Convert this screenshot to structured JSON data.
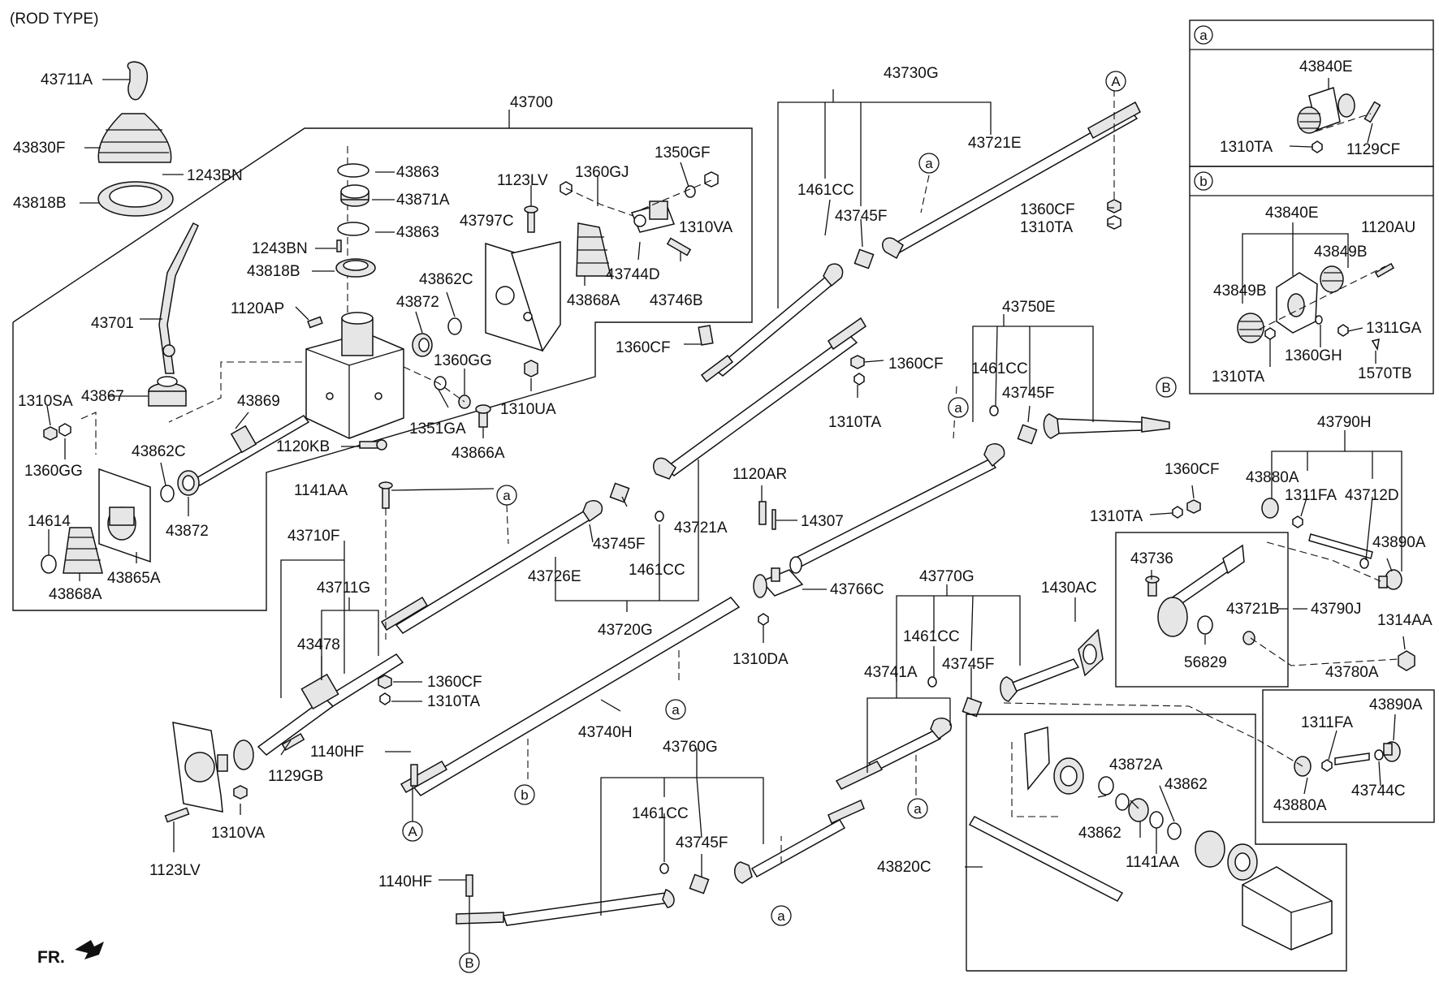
{
  "diagram": {
    "title": "(ROD TYPE)",
    "front_marker": "FR.",
    "inset_a": {
      "tag": "a",
      "labels": [
        "43840E",
        "1310TA",
        "1129CF"
      ]
    },
    "inset_b": {
      "tag": "b",
      "labels": [
        "43840E",
        "1120AU",
        "43849B",
        "43849B",
        "1311GA",
        "1360GH",
        "1310TA",
        "1570TB"
      ]
    },
    "callouts": [
      "A",
      "B",
      "a",
      "b"
    ],
    "labels": {
      "l43711A": "43711A",
      "l43830F": "43830F",
      "l1243BN_1": "1243BN",
      "l43818B_1": "43818B",
      "l43700": "43700",
      "l43863_1": "43863",
      "l43871A": "43871A",
      "l43863_2": "43863",
      "l1243BN_2": "1243BN",
      "l43818B_2": "43818B",
      "l43701": "43701",
      "l1120AP": "1120AP",
      "l43872_1": "43872",
      "l43862C_1": "43862C",
      "l43797C": "43797C",
      "l1123LV_1": "1123LV",
      "l1360GJ": "1360GJ",
      "l1350GF": "1350GF",
      "l1310VA_1": "1310VA",
      "l43744D": "43744D",
      "l43868A_1": "43868A",
      "l43746B": "43746B",
      "l1360GG_1": "1360GG",
      "l1310UA": "1310UA",
      "l1351GA": "1351GA",
      "l43866A": "43866A",
      "l1120KB": "1120KB",
      "l43869": "43869",
      "l1310SA": "1310SA",
      "l43867": "43867",
      "l1360GG_2": "1360GG",
      "l43862C_2": "43862C",
      "l43872_2": "43872",
      "l14614": "14614",
      "l43868A_2": "43868A",
      "l43865A": "43865A",
      "l43730G": "43730G",
      "l43721E": "43721E",
      "l1461CC_1": "1461CC",
      "l43745F_1": "43745F",
      "l1360CF_1": "1360CF",
      "l1310TA_1": "1310TA",
      "l1360CF_2": "1360CF",
      "l1360CF_3": "1360CF",
      "l1310TA_2": "1310TA",
      "l43750E": "43750E",
      "l1461CC_2": "1461CC",
      "l43745F_2": "43745F",
      "l1141AA_1": "1141AA",
      "l43710F": "43710F",
      "l43711G": "43711G",
      "l43478": "43478",
      "l43726E": "43726E",
      "l43745F_3": "43745F",
      "l43721A": "43721A",
      "l1461CC_3": "1461CC",
      "l43720G": "43720G",
      "l1360CF_4": "1360CF",
      "l1310TA_3": "1310TA",
      "l1120AR": "1120AR",
      "l14307": "14307",
      "l43766C": "43766C",
      "l1310DA": "1310DA",
      "l1140HF_1": "1140HF",
      "l1129GB": "1129GB",
      "l1310VA_2": "1310VA",
      "l1123LV_2": "1123LV",
      "l43740H": "43740H",
      "l43770G": "43770G",
      "l1461CC_4": "1461CC",
      "l43741A": "43741A",
      "l43745F_4": "43745F",
      "l1430AC": "1430AC",
      "l43760G": "43760G",
      "l1461CC_5": "1461CC",
      "l43745F_5": "43745F",
      "l1140HF_2": "1140HF",
      "l1360CF_5": "1360CF",
      "l1310TA_4": "1310TA",
      "l43736": "43736",
      "l43721B": "43721B",
      "l56829": "56829",
      "l43790H": "43790H",
      "l43880A_1": "43880A",
      "l1311FA_1": "1311FA",
      "l43712D": "43712D",
      "l43890A_1": "43890A",
      "l43790J": "43790J",
      "l1314AA": "1314AA",
      "l43780A": "43780A",
      "l43890A_2": "43890A",
      "l1311FA_2": "1311FA",
      "l43880A_2": "43880A",
      "l43744C": "43744C",
      "l43872A": "43872A",
      "l43862_1": "43862",
      "l43862_2": "43862",
      "l1141AA_2": "1141AA",
      "l43820C": "43820C"
    }
  }
}
